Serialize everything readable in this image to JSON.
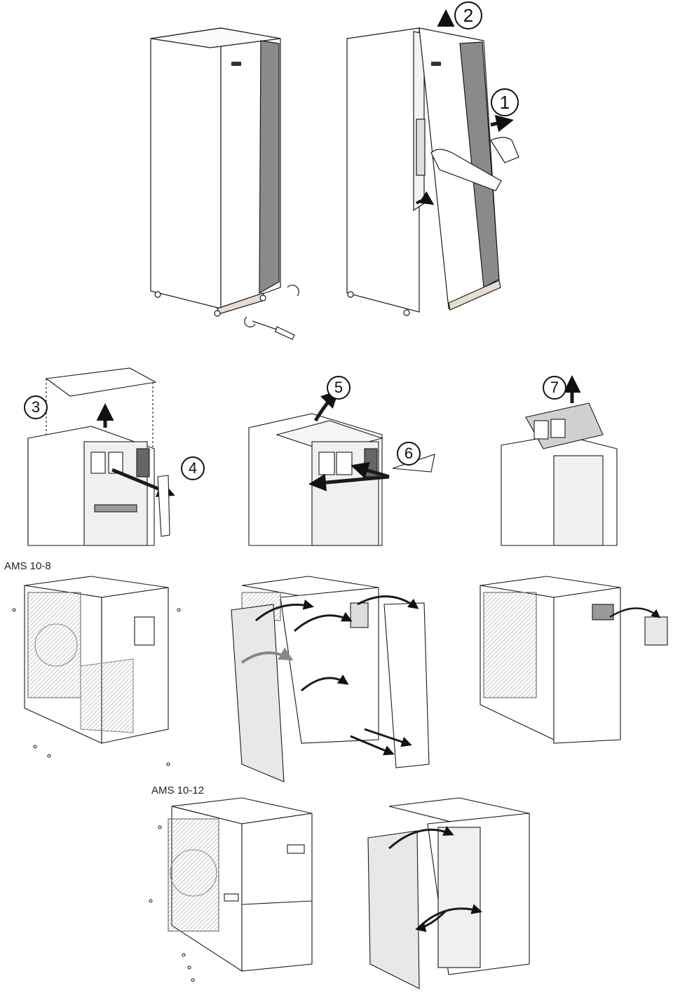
{
  "labels": {
    "model_a": "AMS 10-8",
    "model_b": "AMS 10-12"
  },
  "steps": [
    "1",
    "2",
    "3",
    "4",
    "5",
    "6",
    "7"
  ],
  "colors": {
    "line": "#1a1a1a",
    "gray_panel": "#8a8a8a",
    "gray_dark": "#5a5a5a",
    "sheet_fill": "#ffffff",
    "panel_shade": "#e8e8e8"
  }
}
